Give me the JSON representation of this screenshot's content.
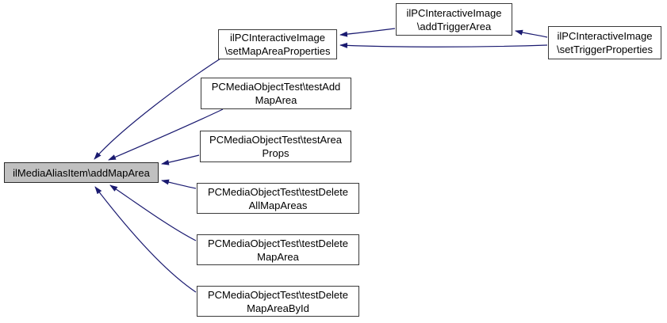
{
  "diagram": {
    "type": "doxygen-caller-graph",
    "focus_node": "addMapArea",
    "nodes": {
      "addMapArea": {
        "line1": "ilMediaAliasItem\\addMapArea"
      },
      "setMapAreaProperties": {
        "line1": "ilPCInteractiveImage",
        "line2": "\\setMapAreaProperties"
      },
      "addTriggerArea": {
        "line1": "ilPCInteractiveImage",
        "line2": "\\addTriggerArea"
      },
      "setTriggerProperties": {
        "line1": "ilPCInteractiveImage",
        "line2": "\\setTriggerProperties"
      },
      "testAddMapArea": {
        "line1": "PCMediaObjectTest\\testAdd",
        "line2": "MapArea"
      },
      "testAreaProps": {
        "line1": "PCMediaObjectTest\\testArea",
        "line2": "Props"
      },
      "testDeleteAllMapAreas": {
        "line1": "PCMediaObjectTest\\testDelete",
        "line2": "AllMapAreas"
      },
      "testDeleteMapArea": {
        "line1": "PCMediaObjectTest\\testDelete",
        "line2": "MapArea"
      },
      "testDeleteMapAreaById": {
        "line1": "PCMediaObjectTest\\testDelete",
        "line2": "MapAreaById"
      }
    },
    "edges": [
      {
        "from": "setMapAreaProperties",
        "to": "addMapArea"
      },
      {
        "from": "testAddMapArea",
        "to": "addMapArea"
      },
      {
        "from": "testAreaProps",
        "to": "addMapArea"
      },
      {
        "from": "testDeleteAllMapAreas",
        "to": "addMapArea"
      },
      {
        "from": "testDeleteMapArea",
        "to": "addMapArea"
      },
      {
        "from": "testDeleteMapAreaById",
        "to": "addMapArea"
      },
      {
        "from": "addTriggerArea",
        "to": "setMapAreaProperties"
      },
      {
        "from": "setTriggerProperties",
        "to": "addTriggerArea"
      },
      {
        "from": "setTriggerProperties",
        "to": "setMapAreaProperties"
      }
    ]
  },
  "colors": {
    "edge": "#1a1a70",
    "focus_node_fill": "#c0c0c0",
    "node_fill": "#ffffff",
    "node_border": "#3a3a3a",
    "background": "#ffffff"
  }
}
